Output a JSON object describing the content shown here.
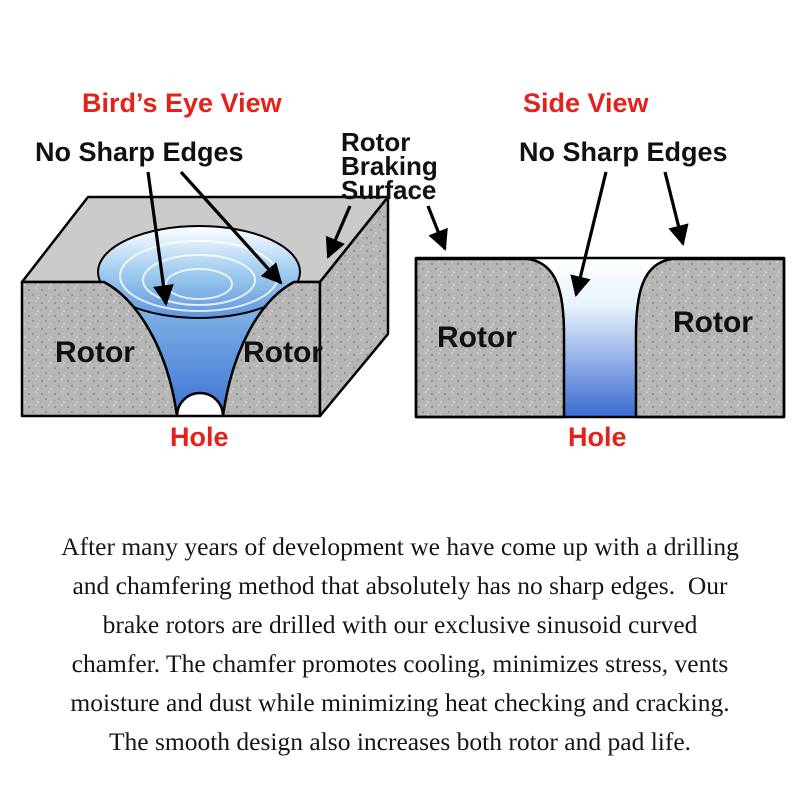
{
  "colors": {
    "accent_red": "#e3221b",
    "text_black": "#111111",
    "rotor_gray": "#b6b6b6",
    "rotor_top_gray": "#cbcbcb",
    "blue_deep": "#3f74d2",
    "blue_light": "#ffffff"
  },
  "birds_eye": {
    "title": "Bird’s Eye View",
    "no_sharp_edges": "No Sharp Edges",
    "rotor_left": "Rotor",
    "rotor_right": "Rotor",
    "hole": "Hole"
  },
  "side_view": {
    "title": "Side View",
    "no_sharp_edges": "No Sharp Edges",
    "rotor_left": "Rotor",
    "rotor_right": "Rotor",
    "hole": "Hole"
  },
  "braking_surface": {
    "line1": "Rotor",
    "line2": "Braking",
    "line3": "Surface"
  },
  "paragraph": {
    "lines": [
      "After many years of development we have come up with a drilling",
      "and chamfering method that absolutely has no sharp edges.  Our",
      "brake rotors are drilled with our exclusive sinusoid curved",
      "chamfer. The chamfer promotes cooling, minimizes stress, vents",
      "moisture and dust while minimizing heat checking and cracking.",
      "The smooth design also increases both rotor and pad life."
    ]
  }
}
